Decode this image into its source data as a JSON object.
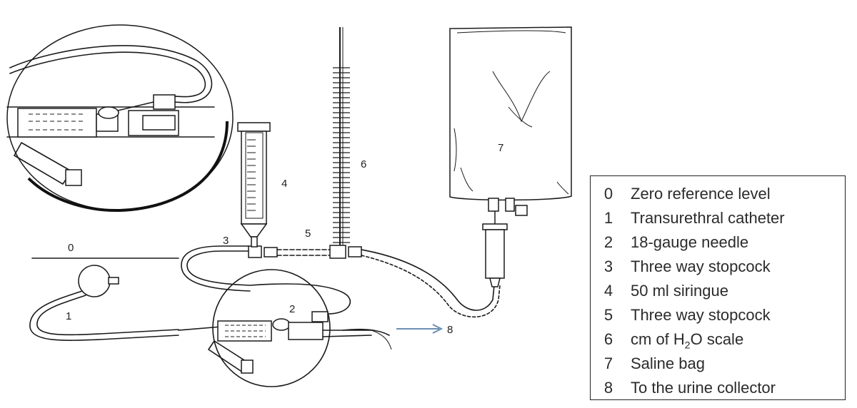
{
  "diagram_labels": {
    "zero": "0",
    "catheter": "1",
    "needle": "2",
    "stopcock_a": "3",
    "syringe": "4",
    "stopcock_b": "5",
    "scale": "6",
    "bag": "7",
    "collector": "8"
  },
  "legend": {
    "items": [
      {
        "num": "0",
        "text": "Zero reference level"
      },
      {
        "num": "1",
        "text": "Transurethral catheter"
      },
      {
        "num": "2",
        "text": "18-gauge needle"
      },
      {
        "num": "3",
        "text": "Three way stopcock"
      },
      {
        "num": "4",
        "text": "50 ml siringue"
      },
      {
        "num": "5",
        "text": "Three way stopcock"
      },
      {
        "num": "6",
        "text_before": "cm of H",
        "text_sub": "2",
        "text_after": "O scale"
      },
      {
        "num": "7",
        "text": "Saline bag"
      },
      {
        "num": "8",
        "text": "To the urine collector"
      }
    ]
  }
}
